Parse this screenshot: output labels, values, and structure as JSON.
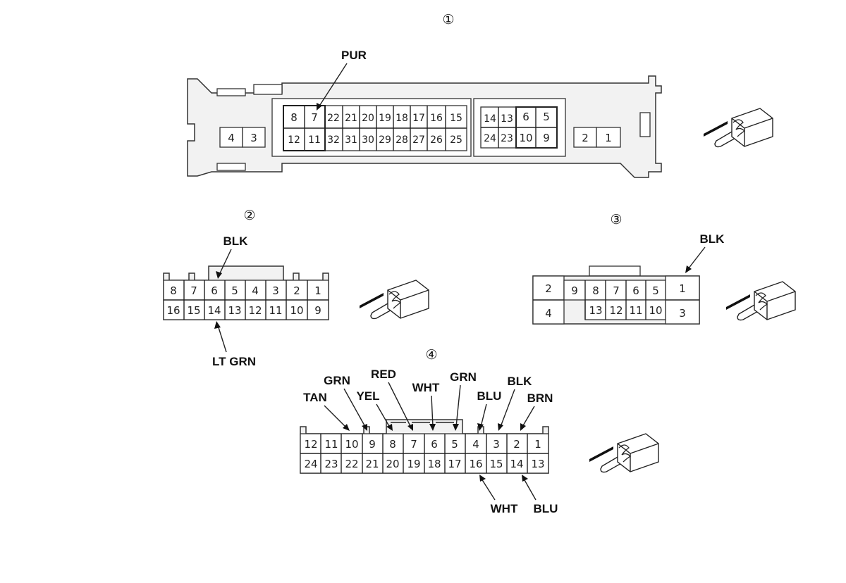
{
  "connectors": [
    {
      "number": "①",
      "pins": [
        "8",
        "7",
        "22",
        "21",
        "20",
        "19",
        "18",
        "17",
        "16",
        "15",
        "12",
        "11",
        "32",
        "31",
        "30",
        "29",
        "28",
        "27",
        "26",
        "25",
        "14",
        "13",
        "6",
        "5",
        "24",
        "23",
        "10",
        "9",
        "4",
        "3",
        "2",
        "1"
      ],
      "wire_labels": [
        "PUR"
      ]
    },
    {
      "number": "②",
      "pins": [
        "8",
        "7",
        "6",
        "5",
        "4",
        "3",
        "2",
        "1",
        "16",
        "15",
        "14",
        "13",
        "12",
        "11",
        "10",
        "9"
      ],
      "wire_labels": [
        "BLK",
        "LT GRN"
      ]
    },
    {
      "number": "③",
      "pins": [
        "2",
        "9",
        "8",
        "7",
        "6",
        "5",
        "1",
        "4",
        "13",
        "12",
        "11",
        "10",
        "3"
      ],
      "wire_labels": [
        "BLK"
      ]
    },
    {
      "number": "④",
      "pins": [
        "12",
        "11",
        "10",
        "9",
        "8",
        "7",
        "6",
        "5",
        "4",
        "3",
        "2",
        "1",
        "24",
        "23",
        "22",
        "21",
        "20",
        "19",
        "18",
        "17",
        "16",
        "15",
        "14",
        "13"
      ],
      "wire_labels": [
        "TAN",
        "GRN",
        "YEL",
        "RED",
        "WHT",
        "GRN",
        "BLU",
        "BLK",
        "BRN",
        "WHT",
        "BLU"
      ]
    }
  ],
  "icons": [
    "connector-plug-hand-icon"
  ]
}
